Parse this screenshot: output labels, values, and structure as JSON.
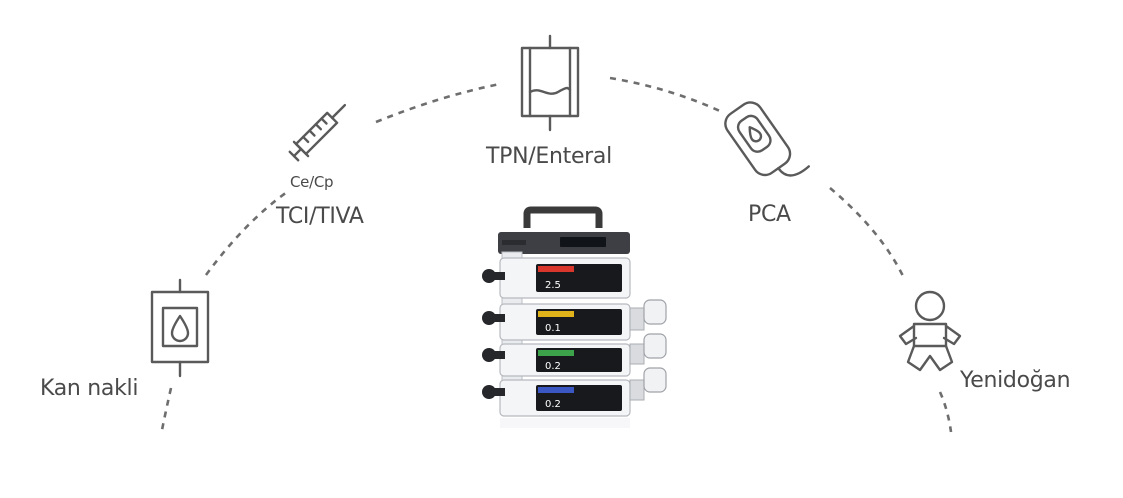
{
  "labels": {
    "blood": "Kan nakli",
    "ce_cp": "Ce/Cp",
    "tci": "TCI/TIVA",
    "tpn": "TPN/Enteral",
    "pca": "PCA",
    "neonatal": "Yenidoğan"
  },
  "icons": {
    "blood": "blood-bag-icon",
    "tci": "syringe-icon",
    "tpn": "nutrition-bag-icon",
    "pca": "pca-handset-icon",
    "neonatal": "baby-icon"
  },
  "device": {
    "name": "infusion-pump-stack",
    "channels": [
      {
        "value": "2.5",
        "color": "#d9372b"
      },
      {
        "value": "0.1",
        "color": "#e0b31a"
      },
      {
        "value": "0.2",
        "color": "#3da34a"
      },
      {
        "value": "0.2",
        "color": "#3a57c4"
      }
    ]
  },
  "colors": {
    "line": "#6e6e6e",
    "text": "#4a4a4a",
    "icon": "#5a5a5a"
  }
}
